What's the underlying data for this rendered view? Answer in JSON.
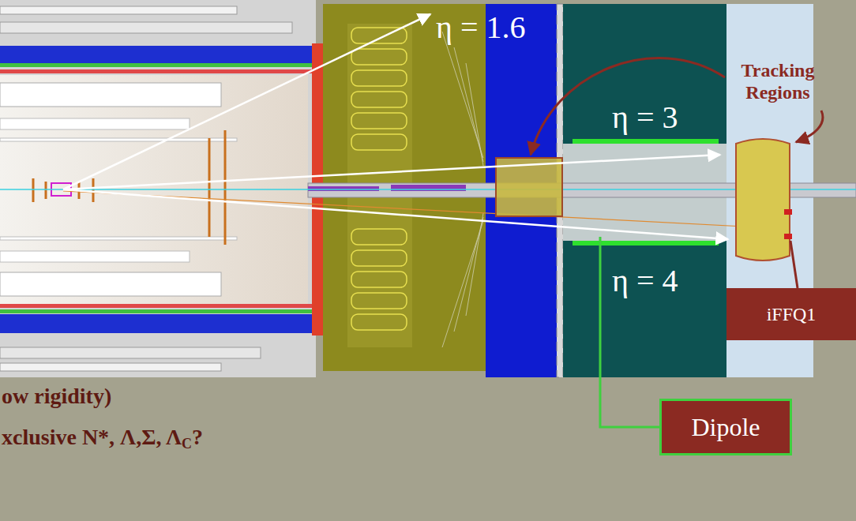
{
  "diagram": {
    "nodes": [
      {
        "text": [
          "iFFQ1"
        ]
      },
      {
        "text": [
          "Dipole"
        ]
      }
    ],
    "labels": [
      "η = 1.6",
      "η = 3",
      "η = 4",
      "Tracking Regions",
      "ow rigidity)",
      "xclusive N*, Λ,Σ, Λ",
      "C",
      "?"
    ]
  }
}
